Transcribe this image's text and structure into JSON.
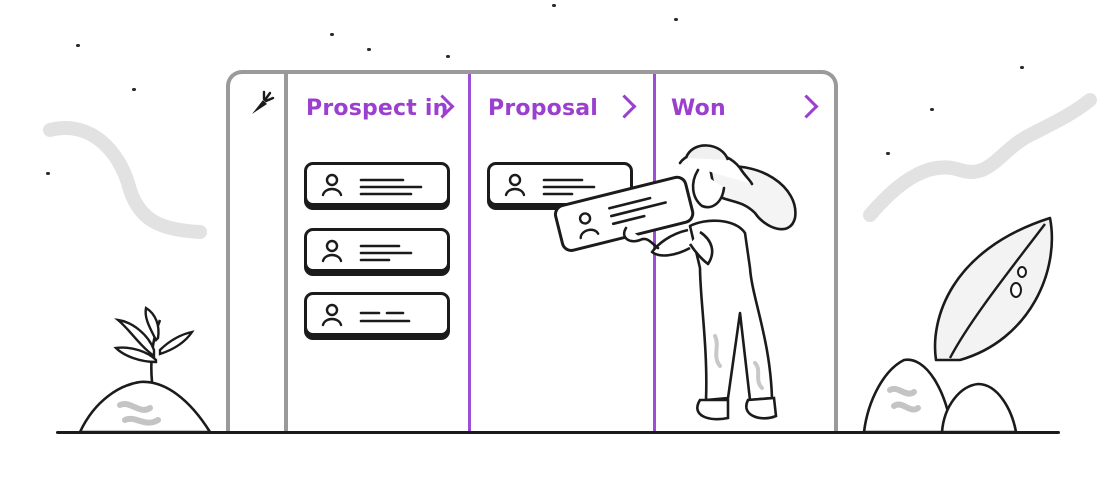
{
  "board": {
    "columns": [
      {
        "title": "Prospect in",
        "card_count": 3
      },
      {
        "title": "Proposal",
        "card_count": 1
      },
      {
        "title": "Won",
        "card_count": 0
      }
    ]
  },
  "icons": {
    "logo": "carrot-icon",
    "card": "user-icon",
    "column_next": "chevron-right-icon"
  },
  "colors": {
    "accent": "#9b3fcf",
    "frame": "#9a9a9a",
    "ink": "#1b1b1b"
  }
}
